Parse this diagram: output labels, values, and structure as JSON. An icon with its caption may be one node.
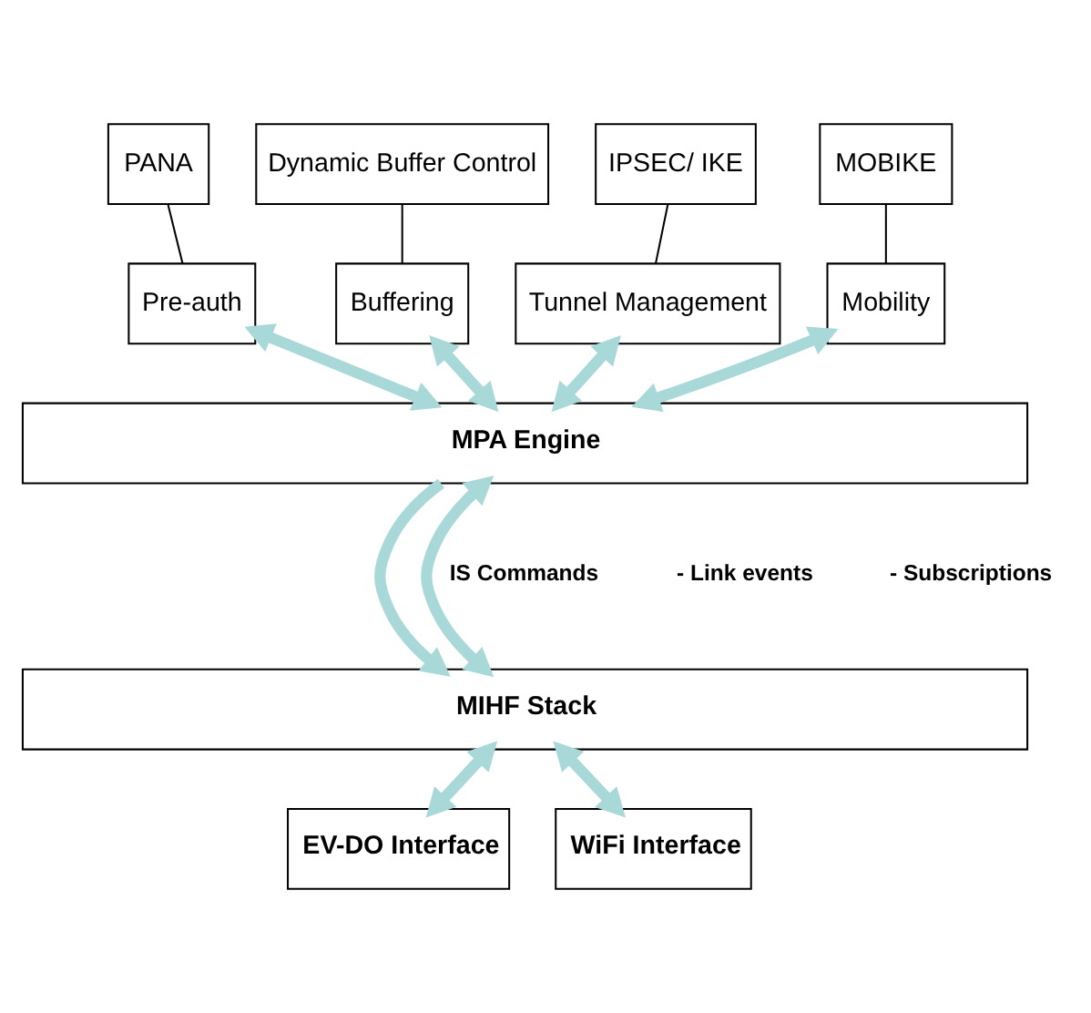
{
  "diagram": {
    "nodes": [
      {
        "text": [
          "PANA"
        ]
      },
      {
        "text": [
          "Dynamic Buffer Control"
        ]
      },
      {
        "text": [
          "IPSEC/ IKE"
        ]
      },
      {
        "text": [
          "MOBIKE"
        ]
      },
      {
        "text": [
          "Pre-auth"
        ]
      },
      {
        "text": [
          "Buffering"
        ]
      },
      {
        "text": [
          "Tunnel Management"
        ]
      },
      {
        "text": [
          "Mobility"
        ]
      },
      {
        "text": [
          "MPA Engine"
        ]
      },
      {
        "text": [
          "MIHF Stack"
        ]
      },
      {
        "text": [
          "EV-DO Interface"
        ]
      },
      {
        "text": [
          "WiFi Interface"
        ]
      }
    ],
    "edges": [
      {
        "from": 0,
        "to": 4,
        "arrow": "none",
        "color": "#000000"
      },
      {
        "from": 1,
        "to": 5,
        "arrow": "none",
        "color": "#000000"
      },
      {
        "from": 2,
        "to": 6,
        "arrow": "none",
        "color": "#000000"
      },
      {
        "from": 3,
        "to": 7,
        "arrow": "none",
        "color": "#000000"
      },
      {
        "from": 4,
        "to": 8,
        "arrow": "both"
      },
      {
        "from": 5,
        "to": 8,
        "arrow": "both"
      },
      {
        "from": 6,
        "to": 8,
        "arrow": "both"
      },
      {
        "from": 7,
        "to": 8,
        "arrow": "both"
      },
      {
        "from": 8,
        "to": 9,
        "arrow": "to"
      },
      {
        "from": 8,
        "to": 9,
        "arrow": "both"
      },
      {
        "from": 9,
        "to": 10,
        "arrow": "both"
      },
      {
        "from": 9,
        "to": 11,
        "arrow": "both"
      }
    ],
    "labels": [
      "IS Commands",
      "- Link events",
      "- Subscriptions"
    ]
  }
}
